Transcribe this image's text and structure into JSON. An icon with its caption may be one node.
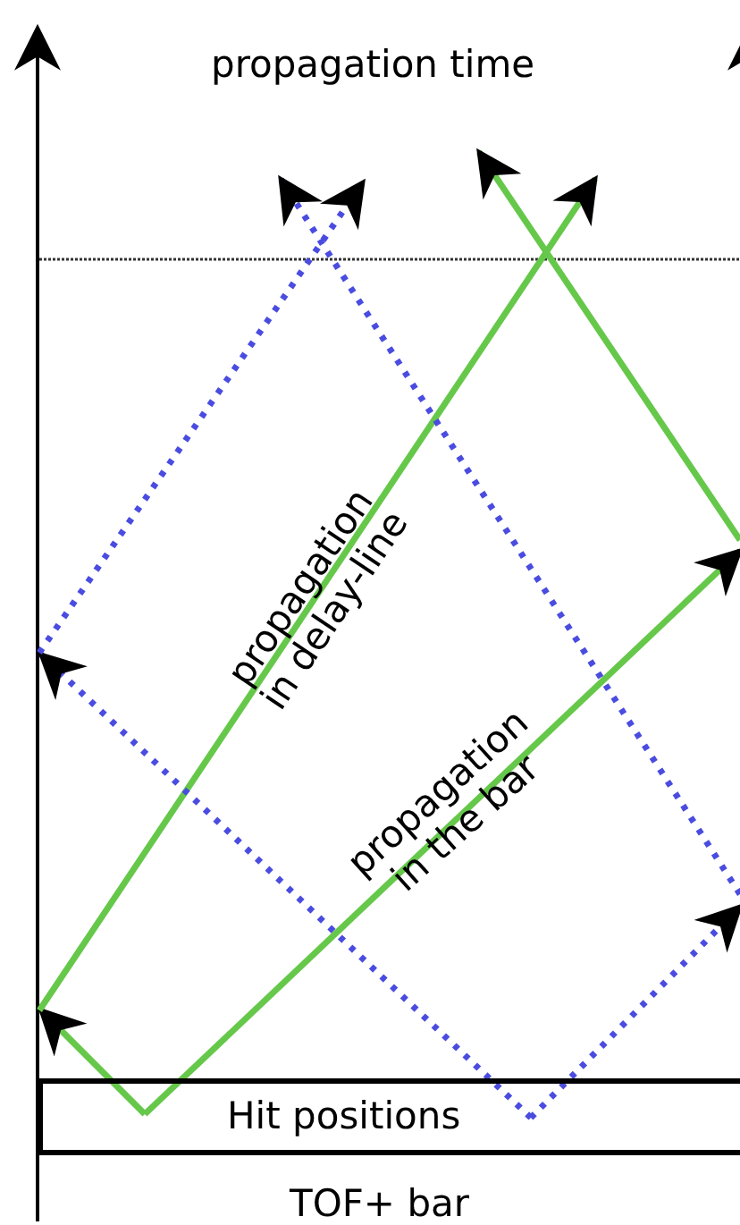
{
  "diagram": {
    "nodes": [
      {
        "text": [
          "Hit positions"
        ]
      }
    ],
    "labels": [
      "propagation time",
      "propagation in delay-line",
      "propagation in the bar",
      "TOF+ bar"
    ]
  }
}
